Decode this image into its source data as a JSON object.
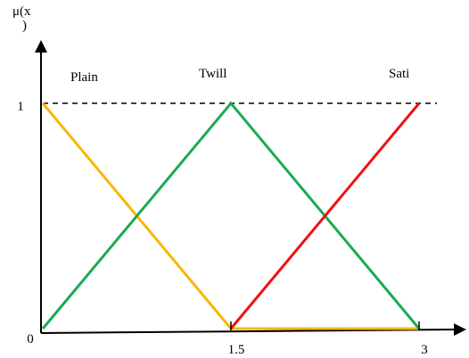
{
  "chart_data": {
    "type": "line",
    "ylabel_line1": "μ(x",
    "ylabel_line2": ")",
    "xticks": [
      {
        "value": 0,
        "label": "0"
      },
      {
        "value": 1.5,
        "label": "1.5"
      },
      {
        "value": 3,
        "label": "3"
      }
    ],
    "yticks": [
      {
        "value": 1,
        "label": "1"
      }
    ],
    "xlim": [
      0,
      3
    ],
    "ylim": [
      0,
      1
    ],
    "reference_line": {
      "y": 1,
      "style": "dashed"
    },
    "grid": false,
    "legend": "none",
    "series": [
      {
        "name": "Plain",
        "color": "#F5B800",
        "points": [
          [
            0,
            1
          ],
          [
            1.5,
            0
          ],
          [
            3,
            0
          ]
        ]
      },
      {
        "name": "Twill",
        "color": "#1AAA55",
        "points": [
          [
            0,
            0
          ],
          [
            1.5,
            1
          ],
          [
            3,
            0
          ]
        ]
      },
      {
        "name": "Sati",
        "color": "#EE1111",
        "points": [
          [
            1.5,
            0
          ],
          [
            3,
            1
          ]
        ]
      }
    ]
  }
}
